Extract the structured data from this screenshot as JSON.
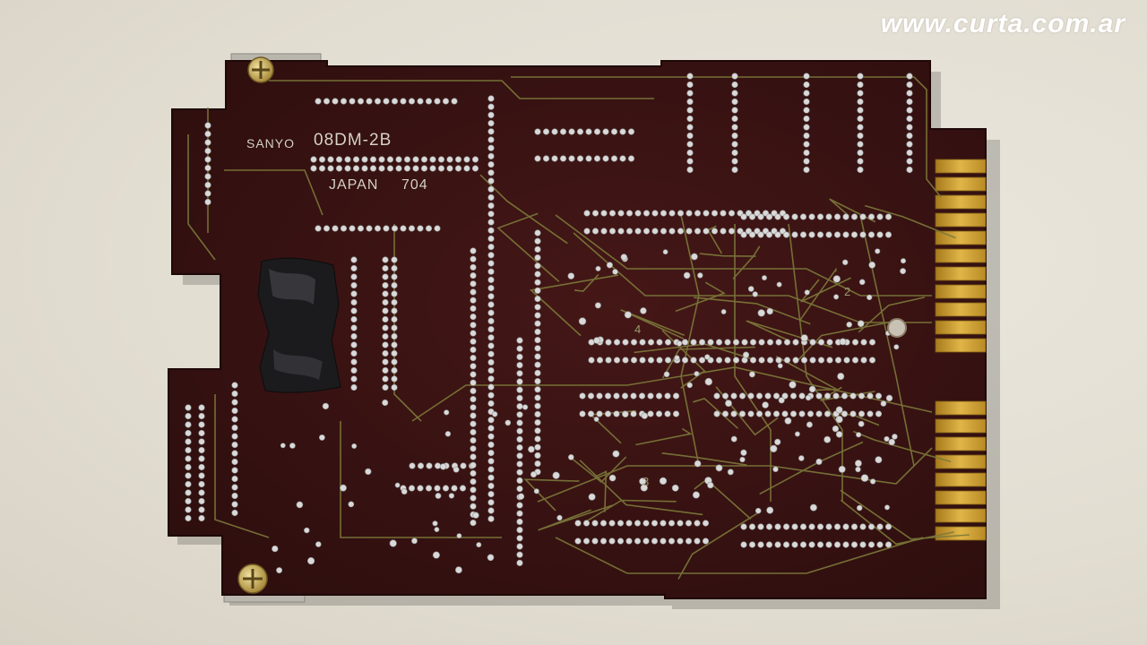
{
  "photo": {
    "subject": "printed-circuit-board-solder-side",
    "background_color": "#e6e1d6",
    "board_color": "#3a1212",
    "trace_color": "#7c7a3a",
    "solder_color": "#d9d9d9",
    "gold_finger_color": "#c9a030",
    "tape_color": "#1c1c1c"
  },
  "watermark": "www.curta.com.ar",
  "silkscreen": {
    "brand": "SANYO",
    "model": "08DM-2B",
    "origin": "JAPAN",
    "code": "704",
    "marker_2": "2",
    "marker_3": "3",
    "marker_4": "4"
  }
}
